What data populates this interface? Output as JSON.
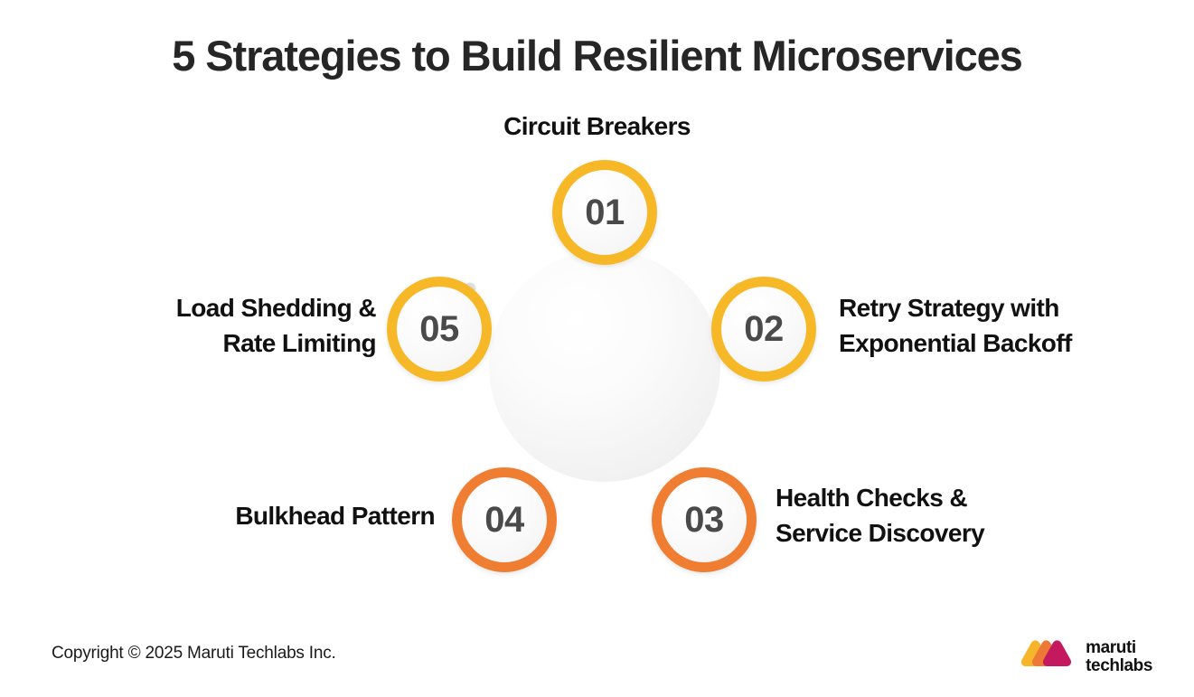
{
  "title": "5 Strategies to Build Resilient Microservices",
  "background_color": "#ffffff",
  "colors": {
    "amber": "#f6b827",
    "orange": "#ef7e33",
    "dot_gray": "#dfe0e1",
    "number_text": "#4a4a4a",
    "label_text": "#111111",
    "title_text": "#262626",
    "logo_amber": "#f7b52b",
    "logo_orange": "#ee7836",
    "logo_magenta": "#c4185f"
  },
  "nodes": [
    {
      "number": "01",
      "label": "Circuit Breakers",
      "accent": "amber",
      "position": "top"
    },
    {
      "number": "02",
      "label": "Retry Strategy with\nExponential Backoff",
      "accent": "amber",
      "position": "right"
    },
    {
      "number": "03",
      "label": "Health Checks &\nService Discovery",
      "accent": "orange",
      "position": "bottom-right"
    },
    {
      "number": "04",
      "label": "Bulkhead Pattern",
      "accent": "orange",
      "position": "bottom-left"
    },
    {
      "number": "05",
      "label": "Load Shedding &\nRate Limiting",
      "accent": "amber",
      "position": "left"
    }
  ],
  "footer": {
    "copyright": "Copyright © 2025 Maruti Techlabs Inc.",
    "brand_name": "maruti\ntechlabs"
  }
}
